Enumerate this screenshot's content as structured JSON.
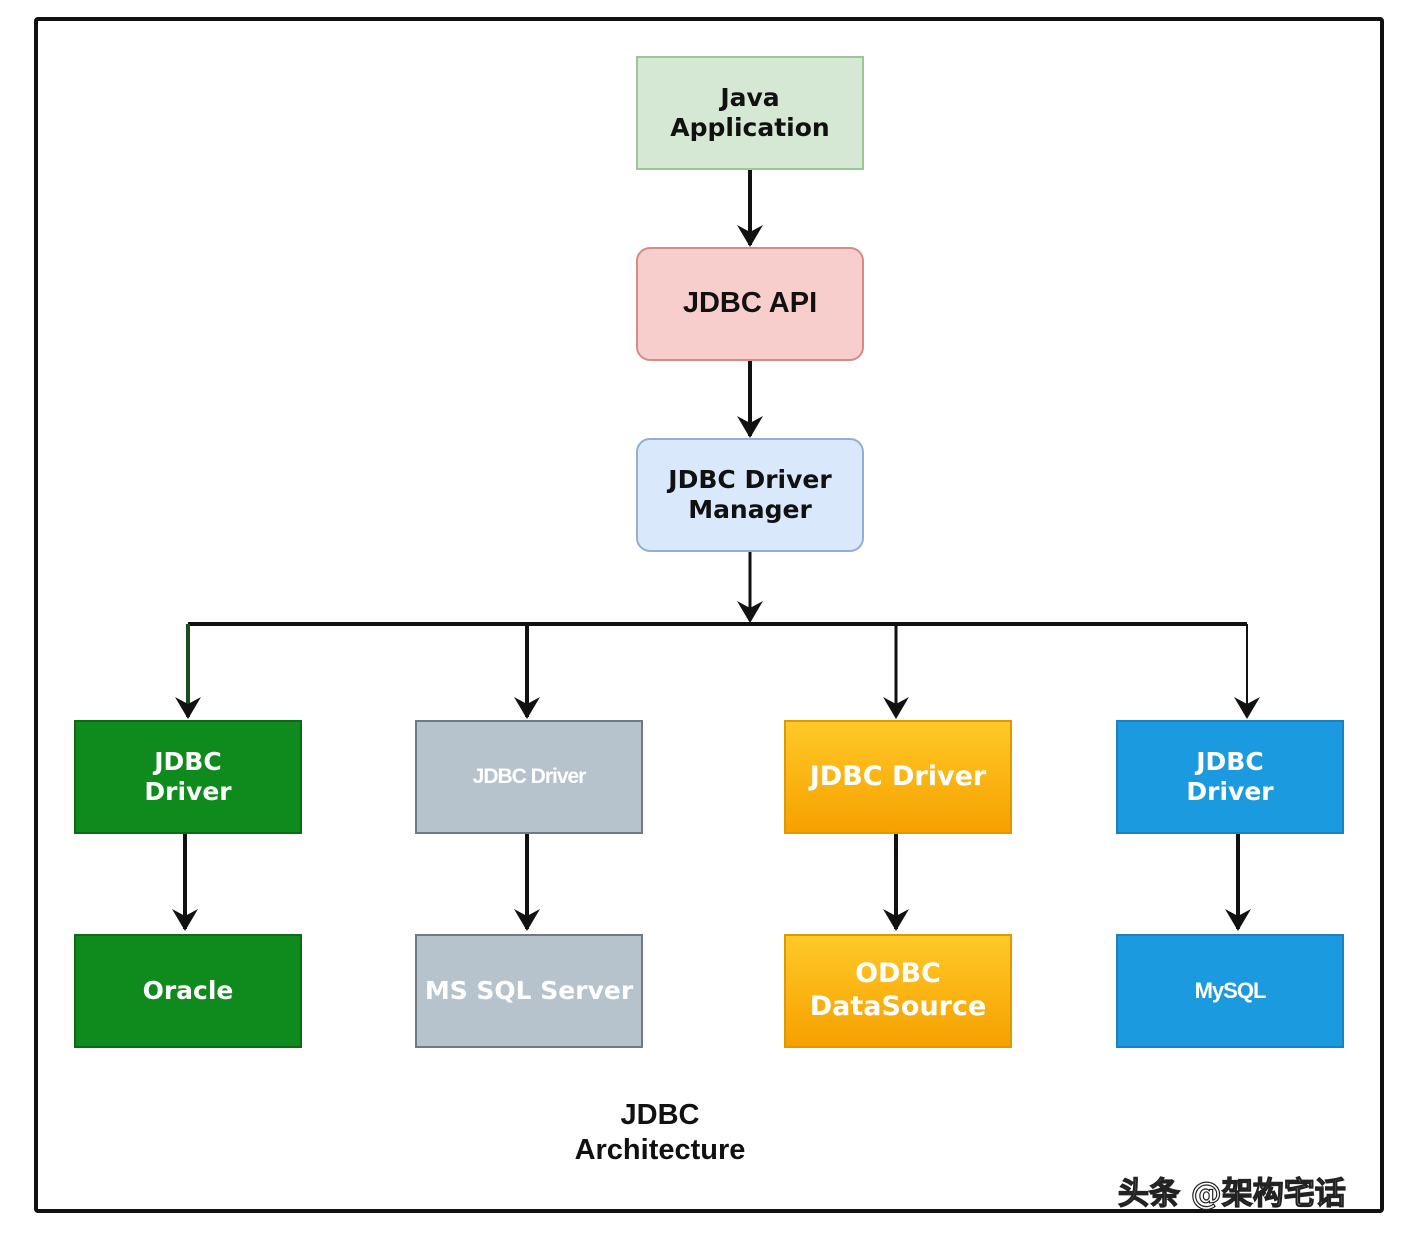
{
  "nodes": {
    "java_application": "Java\nApplication",
    "jdbc_api": "JDBC API",
    "driver_manager": "JDBC Driver\nManager"
  },
  "columns": [
    {
      "driver": "JDBC\nDriver",
      "database": "Oracle",
      "color": "#0f8a1d"
    },
    {
      "driver": "JDBC Driver",
      "database": "MS SQL Server",
      "color": "#b6c3cd"
    },
    {
      "driver": "JDBC Driver",
      "database": "ODBC\nDataSource",
      "color": "#ffb914"
    },
    {
      "driver": "JDBC\nDriver",
      "database": "MySQL",
      "color": "#1c9ae0"
    }
  ],
  "caption": "JDBC\nArchitecture",
  "watermark": "头条 @架构宅话"
}
